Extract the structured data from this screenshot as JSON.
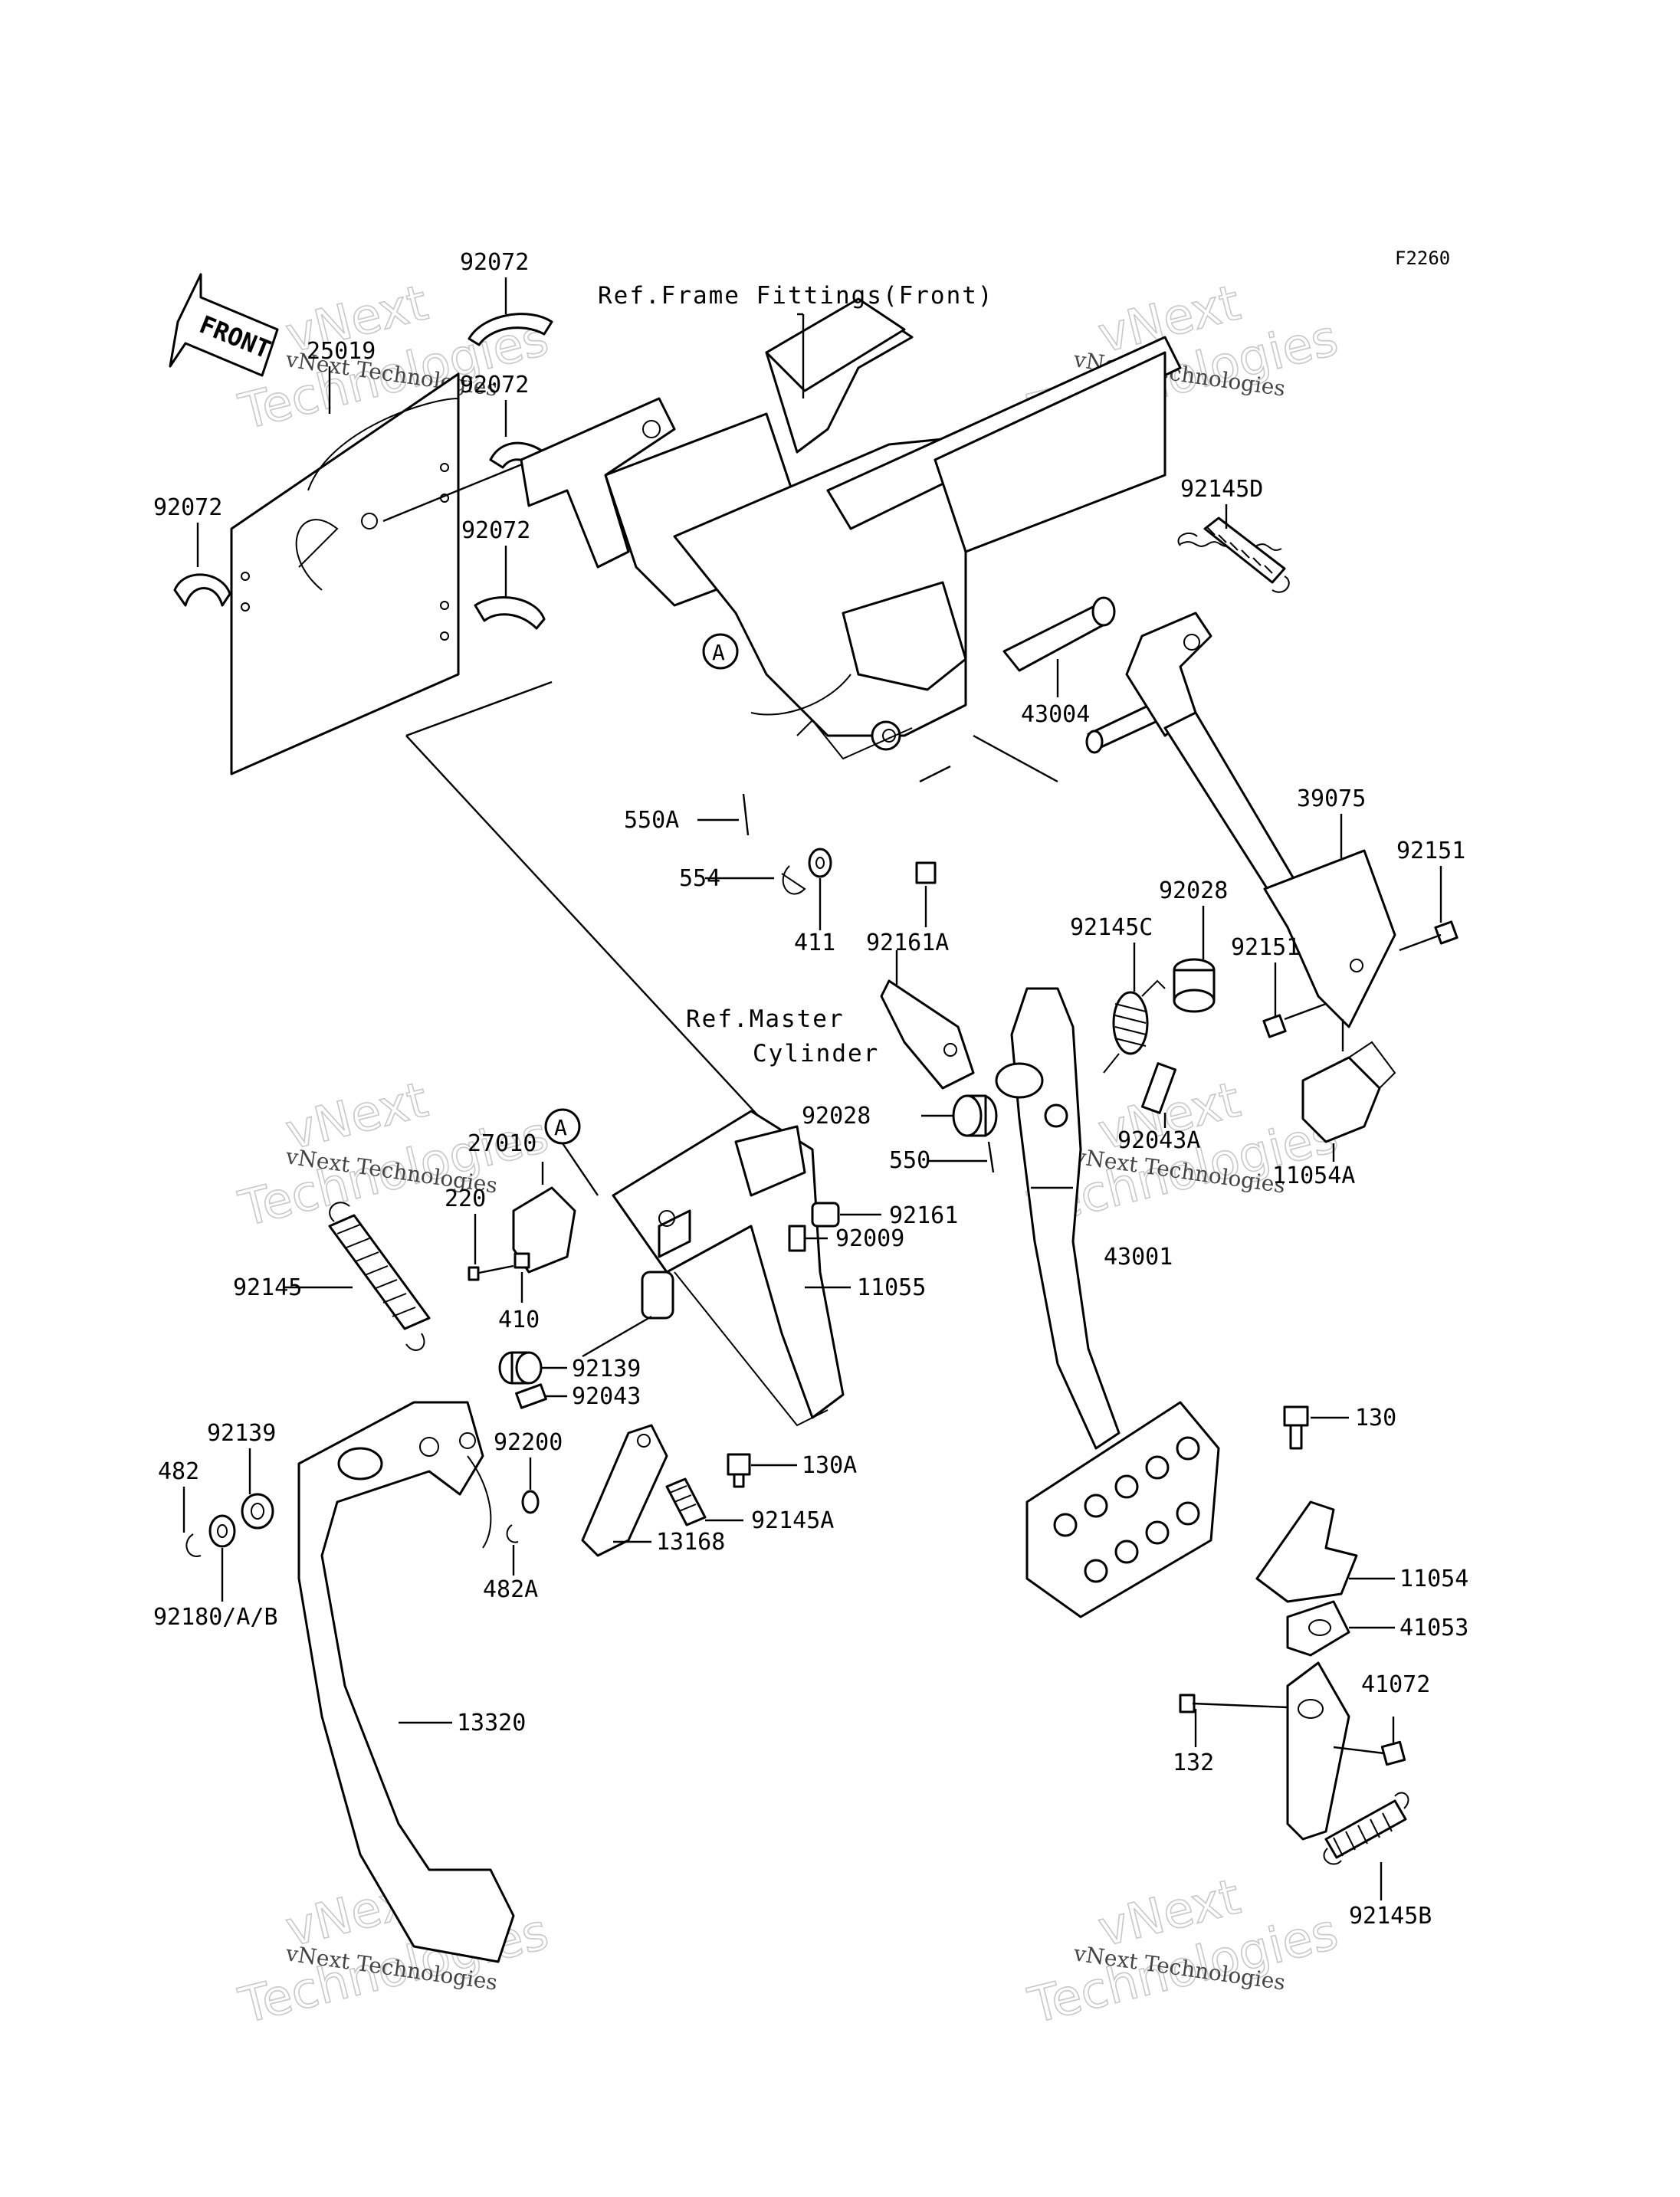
{
  "figure_code": "F2260",
  "front_marker": "FRONT",
  "references": {
    "frame_fittings": "Ref.Frame Fittings(Front)",
    "master_cylinder_line1": "Ref.Master",
    "master_cylinder_line2": "Cylinder"
  },
  "callouts": {
    "A1": "A",
    "A2": "A"
  },
  "parts": {
    "p92072_top": "92072",
    "p25019": "25019",
    "p92072_mid": "92072",
    "p92072_left": "92072",
    "p92072_low": "92072",
    "p92145D": "92145D",
    "p43004": "43004",
    "p550A": "550A",
    "p554": "554",
    "p411": "411",
    "p92161A": "92161A",
    "p39075": "39075",
    "p92151_a": "92151",
    "p92151_b": "92151",
    "p92028_a": "92028",
    "p92145C": "92145C",
    "p92028_b": "92028",
    "p550": "550",
    "p92043A": "92043A",
    "p11054A": "11054A",
    "p27010": "27010",
    "p220": "220",
    "p92161": "92161",
    "p92009": "92009",
    "p11055": "11055",
    "p43001": "43001",
    "p92145": "92145",
    "p410": "410",
    "p92139_a": "92139",
    "p92043": "92043",
    "p92139_b": "92139",
    "p92200": "92200",
    "p482": "482",
    "p130A": "130A",
    "p92145A": "92145A",
    "p13168": "13168",
    "p482A": "482A",
    "p92180": "92180/A/B",
    "p130": "130",
    "p11054": "11054",
    "p41053": "41053",
    "p41072": "41072",
    "p132": "132",
    "p13320": "13320",
    "p92145B": "92145B"
  },
  "watermarks": {
    "brand_big_1": "vNext",
    "brand_big_2": "Technologies",
    "brand_small": "vNext Technologies"
  }
}
